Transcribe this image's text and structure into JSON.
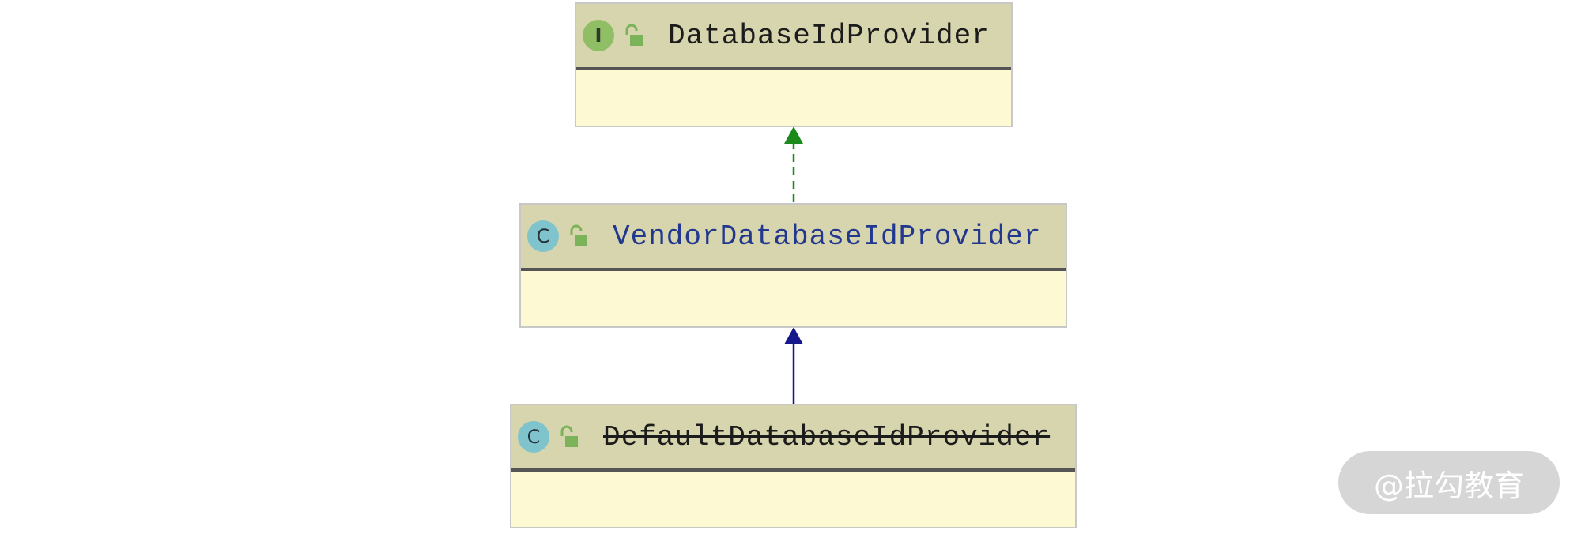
{
  "diagram": {
    "nodes": [
      {
        "id": "database-id-provider",
        "kind": "interface",
        "badge": "I",
        "name": "DatabaseIdProvider",
        "deprecated": false
      },
      {
        "id": "vendor-database-id-provider",
        "kind": "class",
        "badge": "C",
        "name": "VendorDatabaseIdProvider",
        "deprecated": false
      },
      {
        "id": "default-database-id-provider",
        "kind": "class",
        "badge": "C",
        "name": "DefaultDatabaseIdProvider",
        "deprecated": true
      }
    ],
    "edges": [
      {
        "from": "vendor-database-id-provider",
        "to": "database-id-provider",
        "type": "implements",
        "style": "dashed",
        "color": "#1a8a1a"
      },
      {
        "from": "default-database-id-provider",
        "to": "vendor-database-id-provider",
        "type": "extends",
        "style": "solid",
        "color": "#17178c"
      }
    ]
  },
  "colors": {
    "header_bg": "#d7d5ad",
    "body_bg": "#fdf9d2",
    "interface_badge": "#8fbe64",
    "class_badge": "#7fc3cc",
    "vendor_name": "#22388f",
    "lock_icon": "#7cb35a"
  },
  "watermark": {
    "text": "@拉勾教育"
  }
}
